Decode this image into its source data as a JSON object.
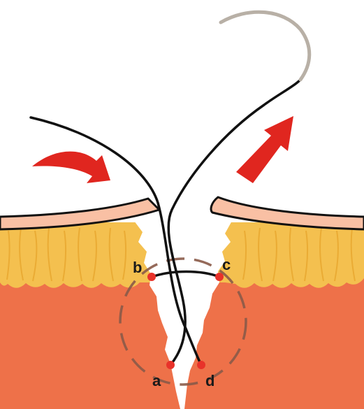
{
  "points": {
    "a": "a",
    "b": "b",
    "c": "c",
    "d": "d"
  },
  "colors": {
    "muscle": "#ee7149",
    "fat": "#f4c04f",
    "fat_texture": "#e8a72e",
    "skin": "#f9c0a4",
    "skin_outline": "#111111",
    "wound": "#ffffff",
    "suture": "#111111",
    "needle_tip": "#b8b0a6",
    "arrow": "#e0261f",
    "marker": "#e8322a",
    "dashed_circle": "#8a5a48"
  },
  "icons": [
    "curved-arrow-icon",
    "straight-arrow-icon",
    "needle-icon"
  ]
}
